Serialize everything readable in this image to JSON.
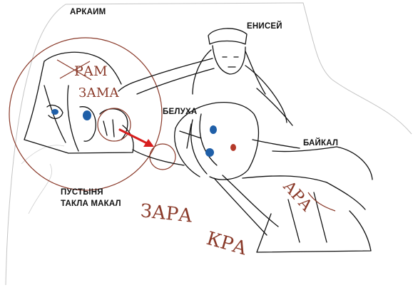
{
  "labels": {
    "arkaim": "АРКАИМ",
    "enisei": "ЕНИСЕЙ",
    "beluha": "БЕЛУХА",
    "baikal": "БАЙКАЛ",
    "desert_line1": "ПУСТЫНЯ",
    "desert_line2": "ТАКЛА МАКАЛ"
  },
  "handwritten": [
    "РАМ",
    "ЗАМА",
    "ЗАРА",
    "КРА",
    "АРА"
  ],
  "colors": {
    "line": "#111111",
    "map_edge": "#b9b9b9",
    "brown_ink": "#8a3a2a",
    "arrow": "#d81e1e",
    "eye": "#1f5fa8",
    "mouth": "#b43a2a"
  }
}
